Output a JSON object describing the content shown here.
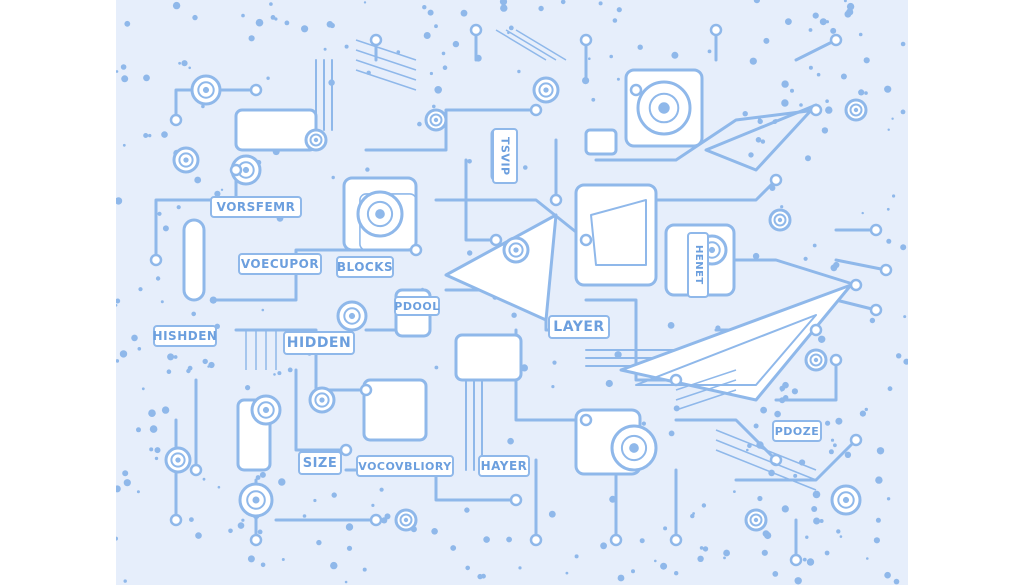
{
  "colors": {
    "background": "#e6eefb",
    "line": "#8fb8ea",
    "line_dark": "#6c9fde",
    "fill_light": "#ffffff",
    "page": "#ffffff"
  },
  "labels": {
    "vorsfemr": "VORSFEMR",
    "voecupor": "VOECUPOR",
    "blocks": "BLOCKS",
    "hishden": "HISHDEN",
    "hidden": "HIDDEN",
    "pdool": "PDOOL",
    "layer": "LAYER",
    "size": "SIZE",
    "vocovblory": "VOCOVBLIORY",
    "hayer": "HAYER",
    "pdoze": "PDOZE",
    "tsvip": "TSVIP",
    "henet": "HENET"
  }
}
